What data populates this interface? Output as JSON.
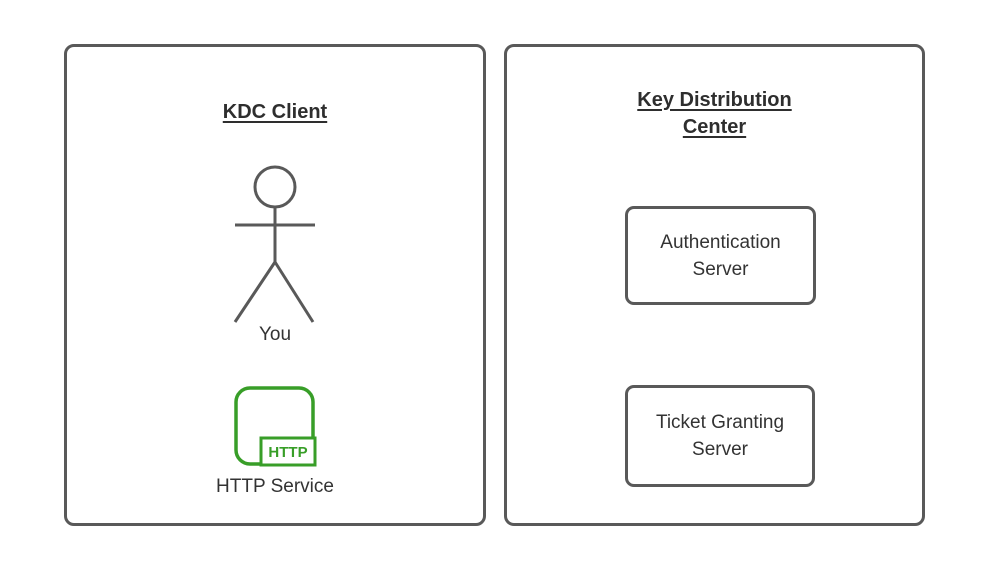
{
  "client_panel": {
    "title": "KDC Client",
    "actor_label": "You",
    "service_icon_text": "HTTP",
    "service_label": "HTTP Service"
  },
  "kdc_panel": {
    "title": "Key Distribution Center",
    "nodes": [
      {
        "label": "Authentication Server"
      },
      {
        "label": "Ticket Granting Server"
      }
    ]
  },
  "colors": {
    "panel_border": "#595959",
    "text_dark": "#333333",
    "service_green": "#389e28",
    "canvas_bg": "#ffffff"
  }
}
